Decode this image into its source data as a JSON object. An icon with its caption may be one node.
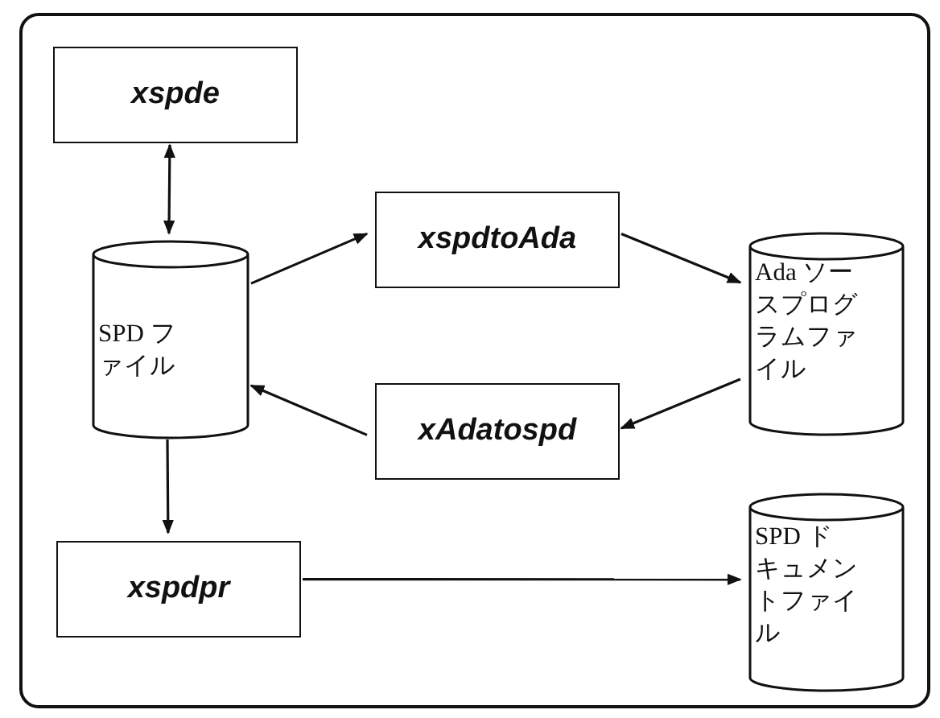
{
  "diagram": {
    "nodes": [
      {
        "text": [],
        "shape": "box"
      },
      {
        "text": [
          "xspde"
        ],
        "in": 0
      },
      {
        "text": [
          "SPD ファイル"
        ],
        "in": 0
      },
      {
        "text": [
          "xspdtoAda"
        ],
        "in": 0
      },
      {
        "text": [
          "Ada ソースプログラムファイル"
        ],
        "in": 0
      },
      {
        "text": [
          "xAdatospd"
        ],
        "in": 0
      },
      {
        "text": [
          "xspdpr"
        ],
        "in": 0
      },
      {
        "text": [
          "SPD ドキュメントファイル"
        ],
        "in": 0
      }
    ],
    "edges": [
      {
        "from": 1,
        "to": 2,
        "arrow": "both"
      },
      {
        "from": 2,
        "to": 3,
        "arrow": "to"
      },
      {
        "from": 3,
        "to": 4,
        "arrow": "to"
      },
      {
        "from": 4,
        "to": 5,
        "arrow": "to"
      },
      {
        "from": 5,
        "to": 2,
        "arrow": "to"
      },
      {
        "from": 2,
        "to": 6,
        "arrow": "to"
      },
      {
        "from": 6,
        "to": 7,
        "arrow": "to"
      }
    ]
  }
}
